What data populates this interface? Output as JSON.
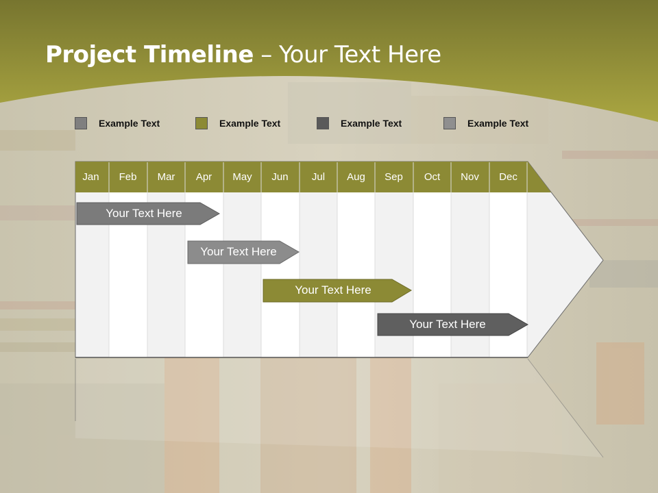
{
  "slide": {
    "title_bold": "Project Timeline",
    "title_rest": " – Your Text Here"
  },
  "legend": [
    {
      "label": "Example Text",
      "color": "#7f7f7f"
    },
    {
      "label": "Example Text",
      "color": "#8c8a35"
    },
    {
      "label": "Example Text",
      "color": "#5a5a5a"
    },
    {
      "label": "Example Text",
      "color": "#8f8f8f"
    }
  ],
  "months": [
    "Jan",
    "Feb",
    "Mar",
    "Apr",
    "May",
    "Jun",
    "Jul",
    "Aug",
    "Sep",
    "Oct",
    "Nov",
    "Dec"
  ],
  "tasks": [
    {
      "label": "Your  Text Here",
      "color": "#7b7b7b"
    },
    {
      "label": "Your  Text Here",
      "color": "#8c8c8c"
    },
    {
      "label": "Your  Text Here",
      "color": "#8c8a35"
    },
    {
      "label": "Your  Text Here",
      "color": "#5f5f5f"
    }
  ],
  "colors": {
    "header_olive": "#8c8a35",
    "banner_top": "#7d7a32",
    "banner_bottom": "#aba742"
  }
}
